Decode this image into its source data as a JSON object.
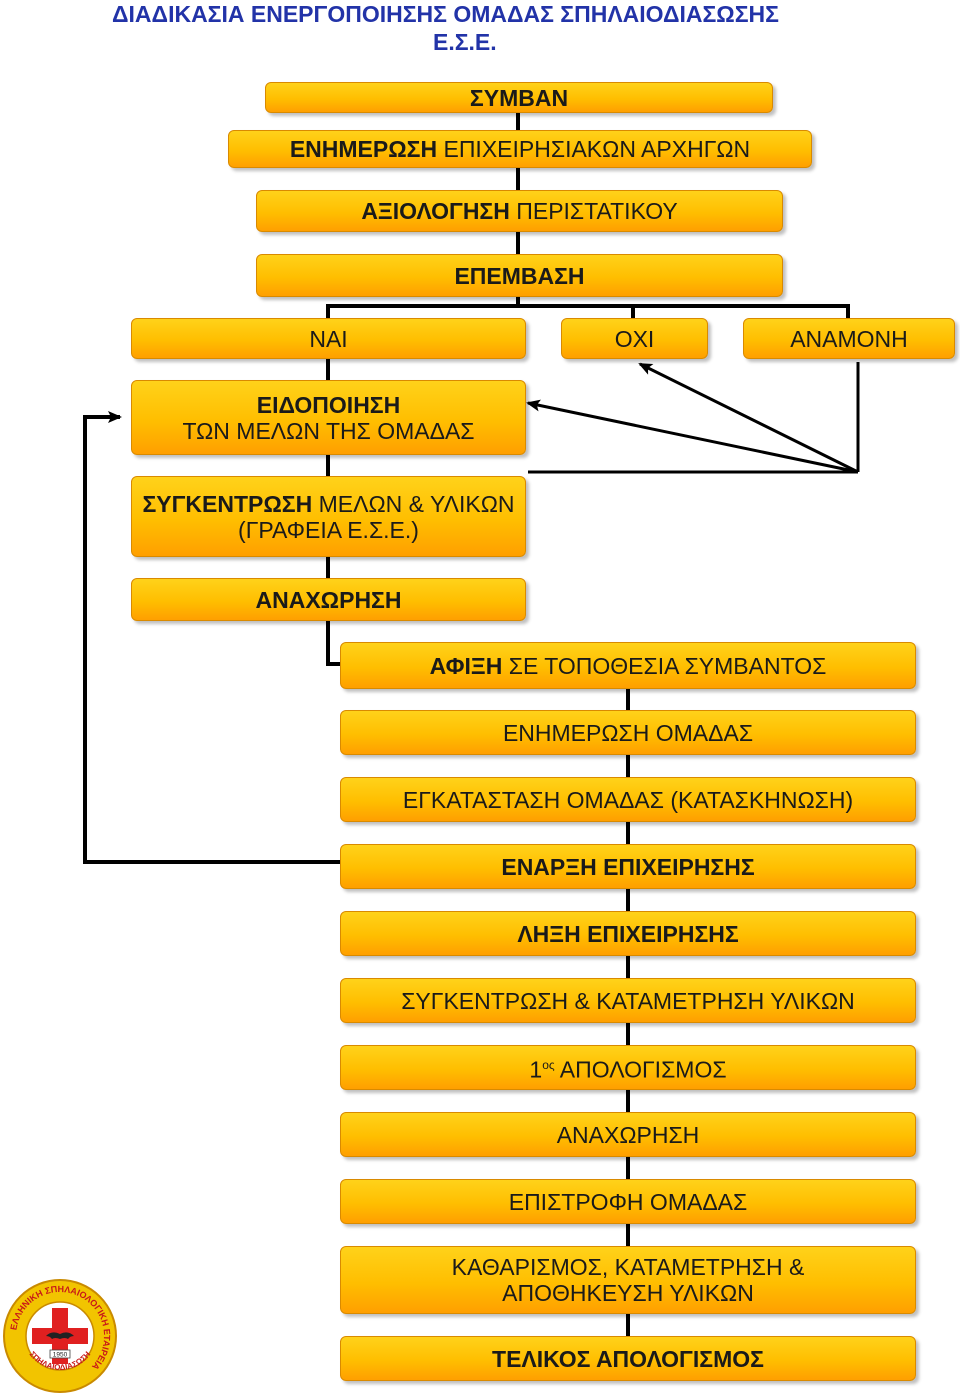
{
  "title": {
    "line1": "ΔΙΑΔΙΚΑΣΙΑ ΕΝΕΡΓΟΠΟΙΗΣΗΣ ΟΜΑΔΑΣ ΣΠΗΛΑΙΟΔΙΑΣΩΣΗΣ",
    "line2": "Ε.Σ.Ε."
  },
  "steps": {
    "symvan": {
      "bold": "ΣΥΜΒΑΝ",
      "rest": ""
    },
    "enimerosi_archigon": {
      "bold": "ΕΝΗΜΕΡΩΣΗ",
      "rest": " ΕΠΙΧΕΙΡΗΣΙΑΚΩΝ ΑΡΧΗΓΩΝ"
    },
    "axiologisi": {
      "bold": "ΑΞΙΟΛΟΓΗΣΗ",
      "rest": " ΠΕΡΙΣΤΑΤΙΚΟΥ"
    },
    "epemvasi": {
      "bold": "ΕΠΕΜΒΑΣΗ",
      "rest": ""
    },
    "nai": "ΝΑΙ",
    "ochi": "ΟΧΙ",
    "anamoni": "ΑΝΑΜΟΝΗ",
    "eidopoiisi": {
      "bold": "ΕΙΔΟΠΟΙΗΣΗ",
      "line2": "ΤΩΝ ΜΕΛΩΝ ΤΗΣ ΟΜΑΔΑΣ"
    },
    "sygkentrosi_melon": {
      "bold": "ΣΥΓΚΕΝΤΡΩΣΗ",
      "rest": " ΜΕΛΩΝ & ΥΛΙΚΩΝ",
      "line2": "(ΓΡΑΦΕΙΑ Ε.Σ.Ε.)"
    },
    "anachorisi_1": {
      "bold": "ΑΝΑΧΩΡΗΣΗ",
      "rest": ""
    },
    "afixi": {
      "bold": "ΑΦΙΞΗ",
      "rest": " ΣΕ ΤΟΠΟΘΕΣΙΑ ΣΥΜΒΑΝΤΟΣ"
    },
    "enimerosi_omadas": "ΕΝΗΜΕΡΩΣΗ ΟΜΑΔΑΣ",
    "egkatastasi": "ΕΓΚΑΤΑΣΤΑΣΗ ΟΜΑΔΑΣ (ΚΑΤΑΣΚΗΝΩΣΗ)",
    "enarxi": "ΕΝΑΡΞΗ ΕΠΙΧΕΙΡΗΣΗΣ",
    "lixi": "ΛΗΞΗ ΕΠΙΧΕΙΡΗΣΗΣ",
    "sygkentrosi_katametrisi": "ΣΥΓΚΕΝΤΡΩΣΗ & ΚΑΤΑΜΕΤΡΗΣΗ ΥΛΙΚΩΝ",
    "apologismos_1": {
      "num": "1",
      "sup": "ος",
      "rest": " ΑΠΟΛΟΓΙΣΜΟΣ"
    },
    "anachorisi_2": "ΑΝΑΧΩΡΗΣΗ",
    "epistrofi": "ΕΠΙΣΤΡΟΦΗ ΟΜΑΔΑΣ",
    "katharismos": {
      "line1": "ΚΑΘΑΡΙΣΜΟΣ, ΚΑΤΑΜΕΤΡΗΣΗ &",
      "line2": "ΑΠΟΘΗΚΕΥΣΗ ΥΛΙΚΩΝ"
    },
    "telikos": "ΤΕΛΙΚΟΣ ΑΠΟΛΟΓΙΣΜΟΣ"
  },
  "logo": {
    "icon": "hellenic-speleological-society-seal",
    "ring_text": "ΕΛΛΗΝΙΚΗ ΣΠΗΛΑΙΟΛΟΓΙΚΗ ΕΤΑΙΡΕΙΑ",
    "bottom_text": "ΣΠΗΛΑΙΟΔΙΑΣΩΣΗ",
    "year": "1950"
  },
  "colors": {
    "box_top": "#ffd21a",
    "box_bottom": "#ff9f00",
    "title": "#2233a8",
    "cross": "#e02020"
  }
}
